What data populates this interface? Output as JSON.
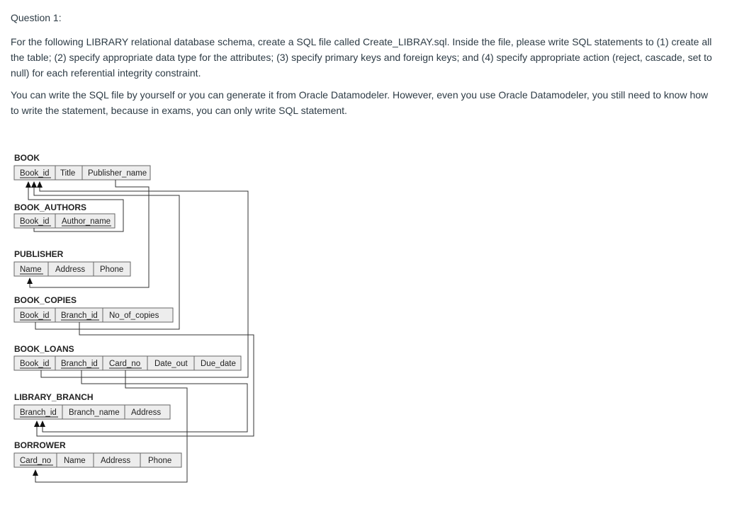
{
  "question": {
    "title": "Question 1:",
    "paragraph_1": "For the following LIBRARY relational database schema, create a SQL file called Create_LIBRAY.sql. Inside the file, please write SQL statements to (1) create all the table; (2) specify appropriate data type for the attributes; (3) specify primary keys and foreign keys; and (4) specify appropriate action (reject, cascade, set to null) for each referential integrity constraint.",
    "paragraph_2": "You can write the SQL file by yourself or you can generate it from Oracle Datamodeler. However, even you use Oracle Datamodeler, you still need to know how to write the statement, because in exams, you can only write SQL statement."
  },
  "schema": {
    "book": {
      "name": "BOOK",
      "attrs": [
        "Book_id",
        "Title",
        "Publisher_name"
      ]
    },
    "book_authors": {
      "name": "BOOK_AUTHORS",
      "attrs": [
        "Book_id",
        "Author_name"
      ]
    },
    "publisher": {
      "name": "PUBLISHER",
      "attrs": [
        "Name",
        "Address",
        "Phone"
      ]
    },
    "book_copies": {
      "name": "BOOK_COPIES",
      "attrs": [
        "Book_id",
        "Branch_id",
        "No_of_copies"
      ]
    },
    "book_loans": {
      "name": "BOOK_LOANS",
      "attrs": [
        "Book_id",
        "Branch_id",
        "Card_no",
        "Date_out",
        "Due_date"
      ]
    },
    "library_branch": {
      "name": "LIBRARY_BRANCH",
      "attrs": [
        "Branch_id",
        "Branch_name",
        "Address"
      ]
    },
    "borrower": {
      "name": "BORROWER",
      "attrs": [
        "Card_no",
        "Name",
        "Address",
        "Phone"
      ]
    }
  }
}
